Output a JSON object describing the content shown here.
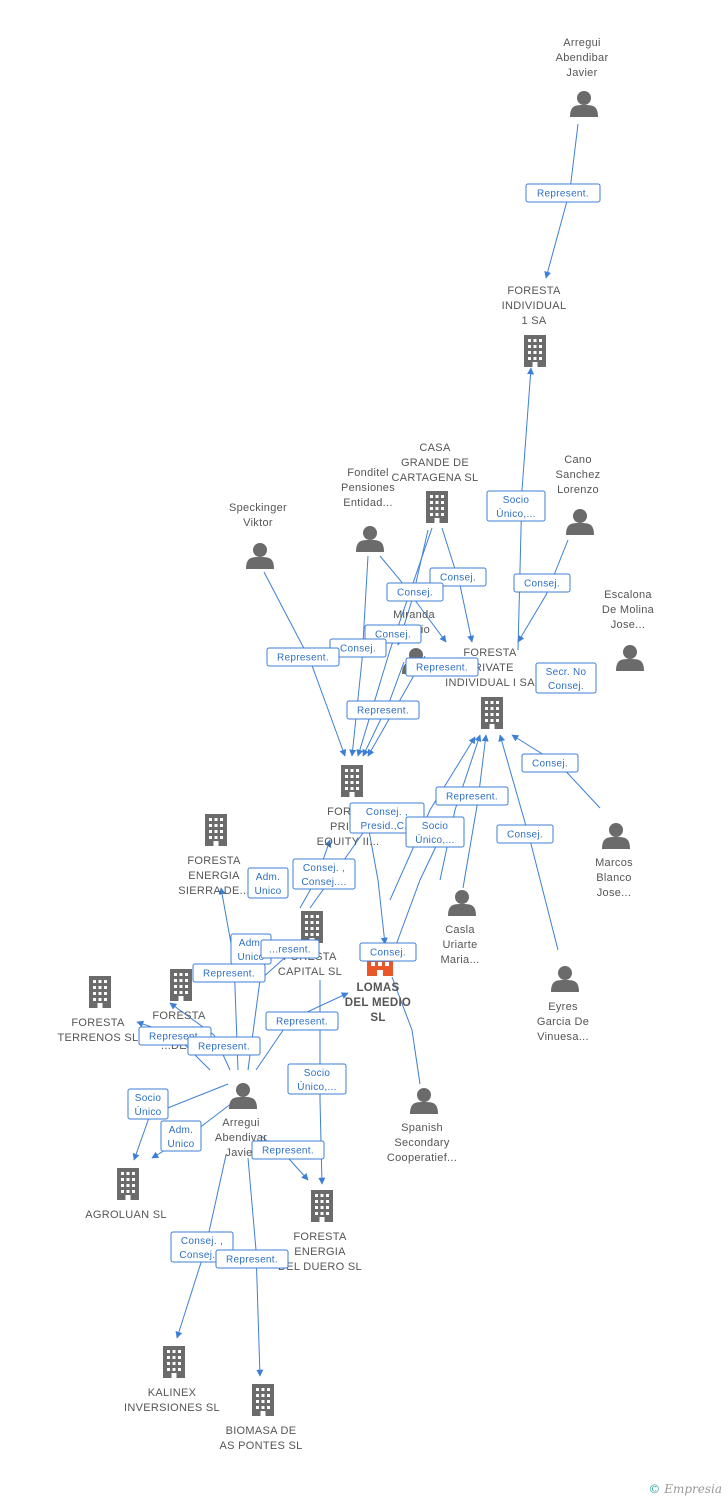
{
  "colors": {
    "edge": "#3d7fd6",
    "node": "#6b6b6b",
    "highlight": "#e8562a",
    "tag_text": "#2d6fc4",
    "label": "#555555"
  },
  "nodes": [
    {
      "id": "n1",
      "type": "person",
      "label": [
        "Arregui",
        "Abendibar",
        "Javier"
      ]
    },
    {
      "id": "n2",
      "type": "company",
      "label": [
        "FORESTA",
        "INDIVIDUAL",
        "1 SA"
      ]
    },
    {
      "id": "n3",
      "type": "company",
      "label": [
        "CASA",
        "GRANDE DE",
        "CARTAGENA SL"
      ]
    },
    {
      "id": "n4",
      "type": "person",
      "label": [
        "Fonditel",
        "Pensiones",
        "Entidad..."
      ]
    },
    {
      "id": "n5",
      "type": "person",
      "label": [
        "Cano",
        "Sanchez",
        "Lorenzo"
      ]
    },
    {
      "id": "n6",
      "type": "person",
      "label": [
        "Speckinger",
        "Viktor"
      ]
    },
    {
      "id": "n7",
      "type": "person",
      "label": [
        "Escalona",
        "De Molina",
        "Jose..."
      ]
    },
    {
      "id": "n8",
      "type": "person",
      "label": [
        "Miranda",
        "...onio"
      ]
    },
    {
      "id": "n9",
      "type": "company",
      "label": [
        "FORESTA",
        "PRIVATE",
        "INDIVIDUAL I SA"
      ]
    },
    {
      "id": "n10",
      "type": "company",
      "label": [
        "FORE...",
        "PRIV...",
        "EQUITY II..."
      ]
    },
    {
      "id": "n11",
      "type": "company",
      "label": [
        "FORESTA",
        "ENERGIA",
        "SIERRA DE..."
      ]
    },
    {
      "id": "n12",
      "type": "person",
      "label": [
        "Marcos",
        "Blanco",
        "Jose..."
      ]
    },
    {
      "id": "n13",
      "type": "company",
      "label": [
        "FORESTA",
        "CAPITAL SL"
      ]
    },
    {
      "id": "n14",
      "type": "main",
      "label": [
        "LOMAS",
        "DEL MEDIO",
        "SL"
      ]
    },
    {
      "id": "n15",
      "type": "person",
      "label": [
        "Casla",
        "Uriarte",
        "Maria..."
      ]
    },
    {
      "id": "n16",
      "type": "person",
      "label": [
        "Eyres",
        "Garcia De",
        "Vinuesa..."
      ]
    },
    {
      "id": "n17",
      "type": "company",
      "label": [
        "FORESTA",
        "TERRENOS SL"
      ]
    },
    {
      "id": "n18",
      "type": "company",
      "label": [
        "FORESTA",
        "...TO",
        "...DE..."
      ]
    },
    {
      "id": "n19",
      "type": "person",
      "label": [
        "Arregui",
        "Abendivar",
        "Javier"
      ]
    },
    {
      "id": "n20",
      "type": "person",
      "label": [
        "Spanish",
        "Secondary",
        "Cooperatief..."
      ]
    },
    {
      "id": "n21",
      "type": "company",
      "label": [
        "AGROLUAN SL"
      ]
    },
    {
      "id": "n22",
      "type": "company",
      "label": [
        "FORESTA",
        "ENERGIA",
        "DEL DUERO SL"
      ]
    },
    {
      "id": "n23",
      "type": "company",
      "label": [
        "KALINEX",
        "INVERSIONES SL"
      ]
    },
    {
      "id": "n24",
      "type": "company",
      "label": [
        "BIOMASA DE",
        "AS PONTES SL"
      ]
    }
  ],
  "tags": [
    {
      "id": "t1",
      "lines": [
        "Represent."
      ]
    },
    {
      "id": "t2",
      "lines": [
        "Socio",
        "Único,..."
      ]
    },
    {
      "id": "t3",
      "lines": [
        "Consej."
      ]
    },
    {
      "id": "t4",
      "lines": [
        "Consej."
      ]
    },
    {
      "id": "t5",
      "lines": [
        "Consej."
      ]
    },
    {
      "id": "t6",
      "lines": [
        "Consej."
      ]
    },
    {
      "id": "t7",
      "lines": [
        "Consej."
      ]
    },
    {
      "id": "t8",
      "lines": [
        "Represent."
      ]
    },
    {
      "id": "t9",
      "lines": [
        "Represent."
      ]
    },
    {
      "id": "t10",
      "lines": [
        "Secr.  No",
        "Consej."
      ]
    },
    {
      "id": "t11",
      "lines": [
        "Represent."
      ]
    },
    {
      "id": "t12",
      "lines": [
        "Consej."
      ]
    },
    {
      "id": "t13",
      "lines": [
        "Consej. ,",
        "Presid.,C..."
      ]
    },
    {
      "id": "t14",
      "lines": [
        "Represent."
      ]
    },
    {
      "id": "t15",
      "lines": [
        "Socio",
        "Único,..."
      ]
    },
    {
      "id": "t16",
      "lines": [
        "Consej."
      ]
    },
    {
      "id": "t17",
      "lines": [
        "Consej. ,",
        "Consej...."
      ]
    },
    {
      "id": "t18",
      "lines": [
        "Adm.",
        "Unico"
      ]
    },
    {
      "id": "t19",
      "lines": [
        "Adm.",
        "Unico"
      ]
    },
    {
      "id": "t20",
      "lines": [
        "...resent."
      ]
    },
    {
      "id": "t21",
      "lines": [
        "Represent."
      ]
    },
    {
      "id": "t22",
      "lines": [
        "Consej."
      ]
    },
    {
      "id": "t23",
      "lines": [
        "Represent."
      ]
    },
    {
      "id": "t24",
      "lines": [
        "Represent."
      ]
    },
    {
      "id": "t25",
      "lines": [
        "Represent."
      ]
    },
    {
      "id": "t26",
      "lines": [
        "Socio",
        "Único"
      ]
    },
    {
      "id": "t27",
      "lines": [
        "Adm.",
        "Unico"
      ]
    },
    {
      "id": "t28",
      "lines": [
        "Socio",
        "Único,..."
      ]
    },
    {
      "id": "t29",
      "lines": [
        "Represent."
      ]
    },
    {
      "id": "t30",
      "lines": [
        "Consej. ,",
        "Consej...."
      ]
    },
    {
      "id": "t31",
      "lines": [
        "Represent."
      ]
    }
  ],
  "credit": {
    "symbol": "©",
    "brand": "Empresia"
  }
}
